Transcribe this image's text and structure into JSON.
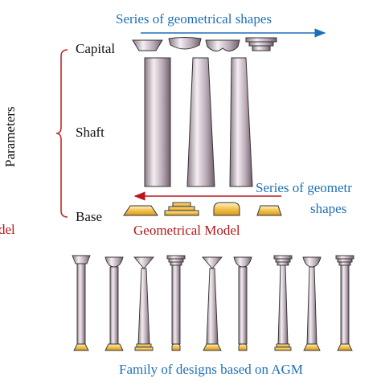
{
  "top_series_label": "Series of geometrical shapes",
  "right_series_label_line1": "Series of geometr",
  "right_series_label_line2": "shapes",
  "left_fragment": "del",
  "parameters_label": "Parameters",
  "capital_label": "Capital",
  "shaft_label": "Shaft",
  "base_label": "Base",
  "geometrical_model_label": "Geometrical Model",
  "family_label": "Family of designs based on AGM",
  "colors": {
    "accent_blue": "#1f6fb5",
    "accent_red": "#b8161b",
    "gold": "#f2c14e",
    "column": "#c9bcc4"
  }
}
